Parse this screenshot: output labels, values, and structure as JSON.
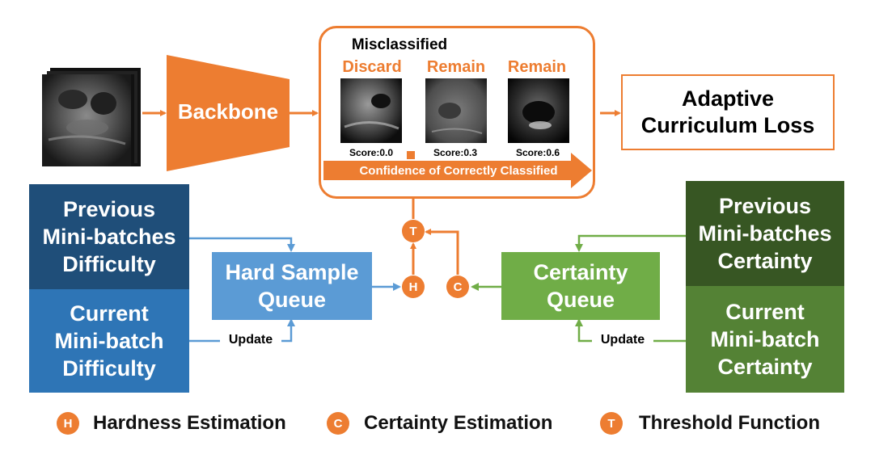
{
  "colors": {
    "orange": "#ed7d31",
    "dark_blue": "#1f4e79",
    "mid_blue": "#2e75b6",
    "light_blue": "#5b9bd5",
    "dark_green": "#375623",
    "mid_green": "#548235",
    "light_green": "#70ad47"
  },
  "input": {
    "icon": "ultrasound-image-stack"
  },
  "backbone": {
    "label": "Backbone"
  },
  "misclassified_panel": {
    "title": "Misclassified",
    "samples": [
      {
        "status": "Discard",
        "score": "Score:0.0"
      },
      {
        "status": "Remain",
        "score": "Score:0.3"
      },
      {
        "status": "Remain",
        "score": "Score:0.6"
      }
    ],
    "arrow_label": "Confidence of Correctly Classified"
  },
  "loss": {
    "label": "Adaptive\nCurriculum Loss"
  },
  "left": {
    "prev_difficulty": "Previous\nMini-batches\nDifficulty",
    "curr_difficulty": "Current\nMini-batch\nDifficulty",
    "queue": "Hard Sample\nQueue",
    "update": "Update"
  },
  "right": {
    "prev_certainty": "Previous\nMini-batches\nCertainty",
    "curr_certainty": "Current\nMini-batch\nCertainty",
    "queue": "Certainty\nQueue",
    "update": "Update"
  },
  "nodes": {
    "H": "H",
    "C": "C",
    "T": "T"
  },
  "legend": [
    {
      "badge": "H",
      "label": "Hardness Estimation"
    },
    {
      "badge": "C",
      "label": "Certainty Estimation"
    },
    {
      "badge": "T",
      "label": "Threshold Function"
    }
  ]
}
